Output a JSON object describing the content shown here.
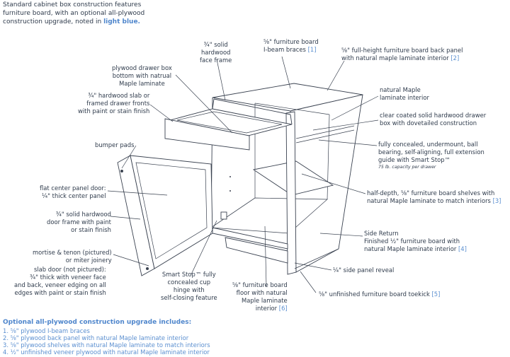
{
  "intro": {
    "line1": "Standard cabinet box construction features",
    "line2": "furniture board, with an optional all-plywood",
    "line3_prefix": "construction upgrade, noted in ",
    "line3_emph": "light blue."
  },
  "callouts": {
    "face_frame": [
      "¾\" solid",
      "hardwood",
      "face frame"
    ],
    "ibeam": {
      "line1": "⅝\" furniture board",
      "line2": "I-beam braces",
      "ref": "[1]"
    },
    "back_panel": {
      "line1": "⅝\" full-height furniture board back panel",
      "line2": "with natural maple laminate interior",
      "ref": "[2]"
    },
    "drawer_bottom": [
      "plywood drawer box",
      "bottom with natrual",
      "Maple laminate"
    ],
    "drawer_fronts": [
      "¾\" hardwood slab or",
      "framed drawer fronts",
      "with paint or stain finish"
    ],
    "maple_interior": [
      "natural Maple",
      "laminate interior"
    ],
    "drawer_box": [
      "clear coated solid hardwood drawer",
      "box with dovetailed construction"
    ],
    "bumper_pads": "bumper pads",
    "slides": [
      "fully concealed, undermount, ball",
      "bearing, self-aligning, full extension",
      "guide with Smart Stop™"
    ],
    "slides_capacity": "75 lb. capacity per drawer",
    "center_panel": [
      "flat center panel door:",
      "¼\" thick center panel"
    ],
    "shelves": {
      "line1": "half-depth, ⅝\" furniture board shelves with",
      "line2": "natural Maple laminate to match interiors",
      "ref": "[3]"
    },
    "door_frame": [
      "¾\" solid hardwood",
      "door frame with paint",
      "or stain finish"
    ],
    "side_return": {
      "line1": "Side Return",
      "line2": "Finished ½\" furniture board with",
      "line3": "natural Maple laminate interior",
      "ref": "[4]"
    },
    "joinery": [
      "mortise & tenon (pictured)",
      "or miter joinery"
    ],
    "reveal": "¼\" side panel reveal",
    "slab_door": [
      "slab door (not pictured):",
      "¾\" thick with veneer face",
      "and back, veneer edging on all",
      "edges with paint or stain finish"
    ],
    "hinge": [
      "Smart Stop™ fully",
      "concealed cup",
      "hinge with",
      "self-closing feature"
    ],
    "floor": {
      "line1": "⅝\" furniture board",
      "line2": "floor with natural",
      "line3": "Maple laminate",
      "line4": "interior",
      "ref": "[6]"
    },
    "toekick": {
      "line1": "⅝\" unfinished furniture board toekick",
      "ref": "[5]"
    }
  },
  "optional": {
    "title": "Optional all-plywood construction upgrade includes:",
    "items": [
      "1. ⅝\" plywood I-beam braces",
      "2. ⅝\" plywood back panel with natural Maple laminate interior",
      "3. ⅝\" plywood shelves with natural Maple laminate to match interiors",
      "4. ½\" unfinished veneer plywood with natural Maple laminate interior"
    ]
  }
}
